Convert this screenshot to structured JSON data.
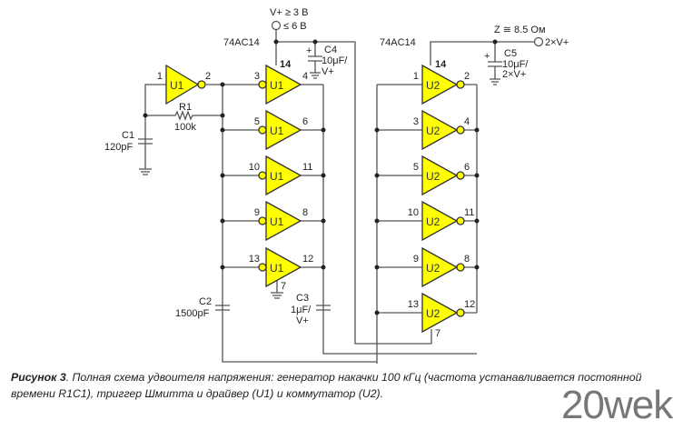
{
  "supply": {
    "label_min": "V+ ≥ 3 В",
    "label_max": "≤ 6 В"
  },
  "output": {
    "impedance": "Z ≅ 8.5 Ом",
    "label": "2×V+"
  },
  "ic_labels": {
    "u1": "74AC14",
    "u2": "74AC14"
  },
  "components": {
    "r1": {
      "name": "R1",
      "value": "100k"
    },
    "c1": {
      "name": "C1",
      "value": "120pF"
    },
    "c2": {
      "name": "C2",
      "value": "1500pF"
    },
    "c3": {
      "name": "C3",
      "value": "1μF/",
      "value2": "V+"
    },
    "c4": {
      "name": "C4",
      "value": "10μF/",
      "value2": "V+"
    },
    "c5": {
      "name": "C5",
      "value": "10μF/",
      "value2": "2×V+"
    }
  },
  "power_pins": {
    "u1_vcc": "14",
    "u1_gnd": "7",
    "u2_vcc": "14",
    "u2_gnd": "7"
  },
  "u1_osc_gate": {
    "label": "U1",
    "in": "1",
    "out": "2"
  },
  "u1_gates": [
    {
      "label": "U1",
      "in": "3",
      "out": "4"
    },
    {
      "label": "U1",
      "in": "5",
      "out": "6"
    },
    {
      "label": "U1",
      "in": "10",
      "out": "11"
    },
    {
      "label": "U1",
      "in": "9",
      "out": "8"
    },
    {
      "label": "U1",
      "in": "13",
      "out": "12"
    }
  ],
  "u2_gates": [
    {
      "label": "U2",
      "in": "1",
      "out": "2"
    },
    {
      "label": "U2",
      "in": "3",
      "out": "4"
    },
    {
      "label": "U2",
      "in": "5",
      "out": "6"
    },
    {
      "label": "U2",
      "in": "10",
      "out": "11"
    },
    {
      "label": "U2",
      "in": "9",
      "out": "8"
    },
    {
      "label": "U2",
      "in": "13",
      "out": "12"
    }
  ],
  "caption": {
    "title": "Рисунок 3",
    "text": ". Полная схема удвоителя напряжения: генератор накачки 100 кГц (частота устанавливается постоянной времени R1C1), триггер Шмитта и драйвер (U1) и коммутатор (U2)."
  },
  "watermark": "20wek",
  "colors": {
    "gate_fill": "#ffff00",
    "wire": "#555555"
  }
}
